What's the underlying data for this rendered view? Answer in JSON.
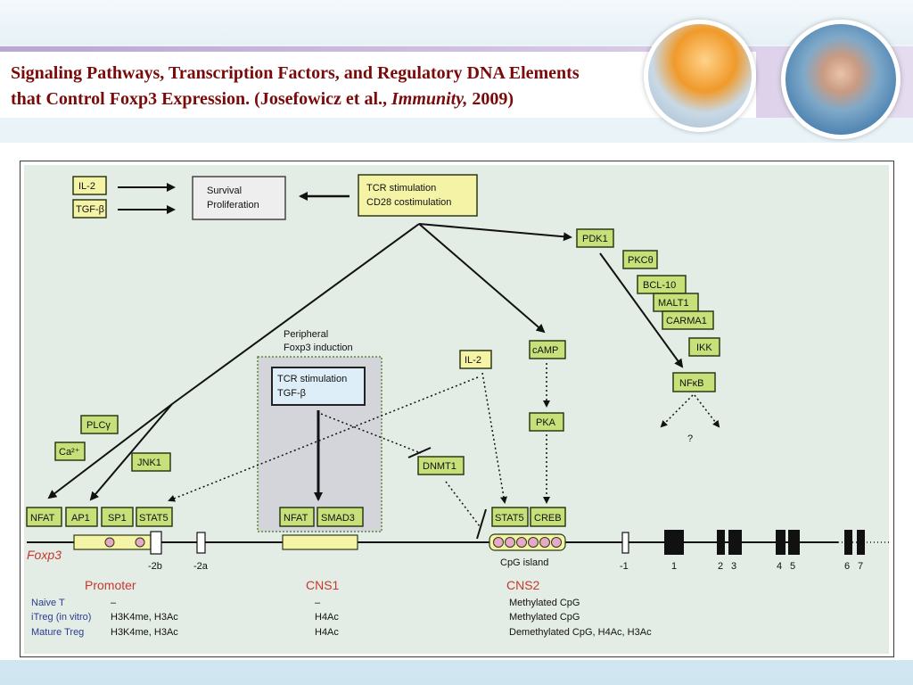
{
  "slide": {
    "title_line1": "Signaling Pathways, Transcription Factors, and Regulatory DNA Elements",
    "title_line2_pre": "that Control Foxp3 Expression. (Josefowicz et al., ",
    "title_line2_journal": "Immunity,",
    "title_line2_post": " 2009)"
  },
  "colors": {
    "title_text": "#7a0a0a",
    "box_fill": "#f5f3a6",
    "box_green_fill": "#c7e07a",
    "box_border": "#2c3a14",
    "section_label": "#c6382b",
    "row_label": "#2a3d8f"
  },
  "diagram": {
    "il2_top": "IL-2",
    "tgfb_top": "TGF-β",
    "survival_line1": "Survival",
    "survival_line2": "Proliferation",
    "tcr_top_line1": "TCR stimulation",
    "tcr_top_line2": "CD28 costimulation",
    "pdk1": "PDK1",
    "pkc": "PKCθ",
    "bcl10": "BCL-10",
    "malt1": "MALT1",
    "carma1": "CARMA1",
    "ikk": "IKK",
    "nfkb": "NFκB",
    "question": "?",
    "camp": "cAMP",
    "pka": "PKA",
    "peripheral_line1": "Peripheral",
    "peripheral_line2": "Foxp3 induction",
    "tcr_mid_line1": "TCR stimulation",
    "tcr_mid_line2": "TGF-β",
    "il2_mid": "IL-2",
    "dnmt1": "DNMT1",
    "plc": "PLCγ",
    "ca": "Ca²⁺",
    "jnk1": "JNK1",
    "tf_nfat": "NFAT",
    "tf_ap1": "AP1",
    "tf_sp1": "SP1",
    "tf_stat5": "STAT5",
    "cns1_nfat": "NFAT",
    "cns1_smad3": "SMAD3",
    "cns2_stat5": "STAT5",
    "cns2_creb": "CREB",
    "gene": "Foxp3",
    "promoter_label": "Promoter",
    "cns1_label": "CNS1",
    "cns2_label": "CNS2",
    "cpg": "CpG island",
    "site_2b": "-2b",
    "site_2a": "-2a",
    "site_m1": "-1",
    "exons": [
      "1",
      "2",
      "3",
      "4",
      "5",
      "6",
      "7"
    ]
  },
  "table": {
    "rows": [
      {
        "label": "Naive T",
        "promoter": "–",
        "cns1": "–",
        "cns2": "Methylated CpG"
      },
      {
        "label": "iTreg (in vitro)",
        "promoter": "H3K4me, H3Ac",
        "cns1": "H4Ac",
        "cns2": "Methylated CpG"
      },
      {
        "label": "Mature Treg",
        "promoter": "H3K4me, H3Ac",
        "cns1": "H4Ac",
        "cns2": "Demethylated CpG, H4Ac, H3Ac"
      }
    ]
  }
}
